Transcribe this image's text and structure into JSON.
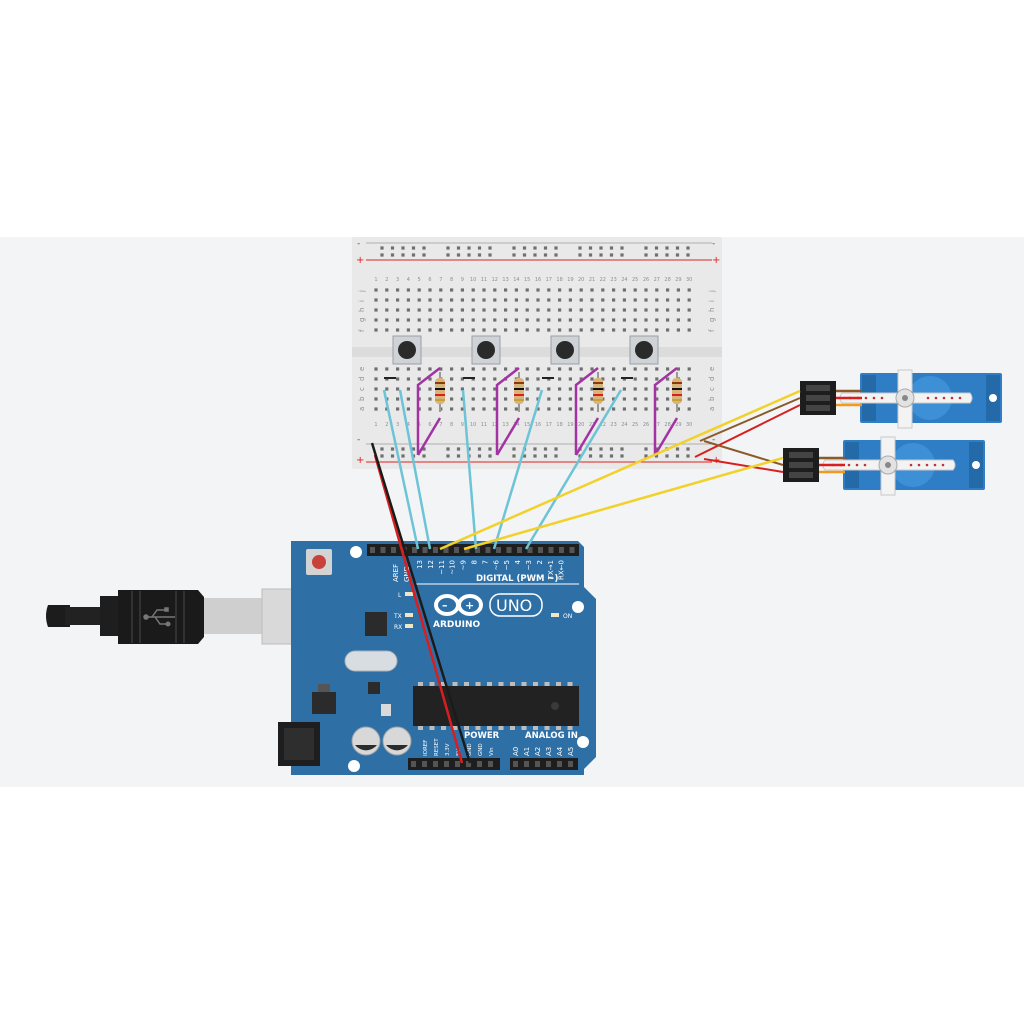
{
  "breadboard": {
    "plus_symbol": "+",
    "minus_symbol": "-",
    "row_letters_top": [
      "f",
      "g",
      "h",
      "i",
      "j"
    ],
    "row_letters_bottom": [
      "e",
      "d",
      "c",
      "b",
      "a"
    ],
    "column_count": 30
  },
  "arduino": {
    "brand": "ARDUINO",
    "model": "UNO",
    "digital_header_label": "DIGITAL (PWM ~)",
    "power_label": "POWER",
    "analog_label": "ANALOG IN",
    "on_label": "ON",
    "l_label": "L",
    "tx_label": "TX",
    "rx_label": "RX",
    "aref_label": "AREF",
    "gnd_label": "GND",
    "digital_pins": [
      "13",
      "12",
      "~11",
      "~10",
      "~9",
      "8",
      "7",
      "~6",
      "~5",
      "4",
      "~3",
      "2",
      "TX→1",
      "RX←0"
    ],
    "power_pins": [
      "IOREF",
      "RESET",
      "3.3V",
      "5V",
      "GND",
      "GND",
      "Vin"
    ],
    "analog_pins": [
      "A0",
      "A1",
      "A2",
      "A3",
      "A4",
      "A5"
    ]
  },
  "colors": {
    "board_blue": "#2e6fa6",
    "breadboard": "#e9e9e9",
    "wire_cyan": "#6cc4d6",
    "wire_yellow": "#f1d12a",
    "wire_red": "#d81f1f",
    "wire_black": "#1b1b1b",
    "wire_purple": "#a333a3",
    "servo_blue": "#2f7dc4",
    "background": "#f3f4f6"
  },
  "icons": {
    "usb_cable": "usb-cable-icon",
    "usb_symbol": "usb-symbol-icon"
  }
}
